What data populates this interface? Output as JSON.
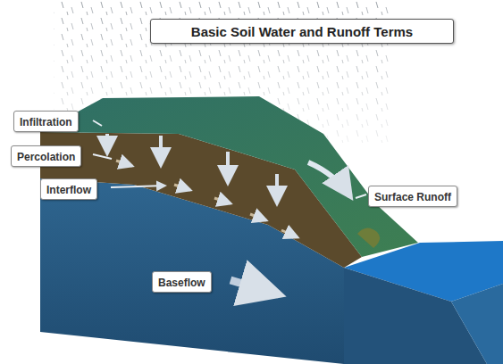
{
  "diagram": {
    "title": "Basic Soil Water and Runoff Terms",
    "nodes": [
      {
        "text": [
          "Infiltration"
        ]
      },
      {
        "text": [
          "Percolation"
        ]
      },
      {
        "text": [
          "Interflow"
        ]
      },
      {
        "text": [
          "Surface Runoff"
        ]
      },
      {
        "text": [
          "Baseflow"
        ]
      }
    ]
  }
}
